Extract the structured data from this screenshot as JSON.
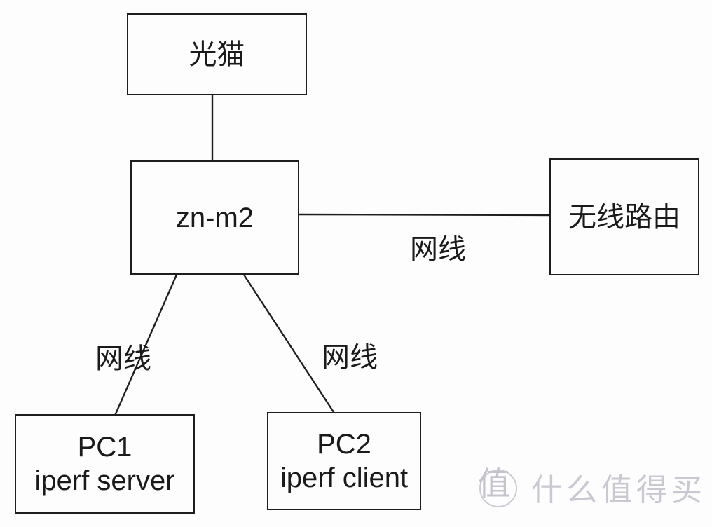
{
  "diagram": {
    "title": "home-network-iperf-topology",
    "nodes": {
      "modem": {
        "label": "光猫"
      },
      "switch": {
        "label": "zn-m2"
      },
      "router": {
        "label": "无线路由"
      },
      "pc1": {
        "label_line1": "PC1",
        "label_line2": "iperf server"
      },
      "pc2": {
        "label_line1": "PC2",
        "label_line2": "iperf client"
      }
    },
    "edges": [
      {
        "from": "modem",
        "to": "switch",
        "label": ""
      },
      {
        "from": "switch",
        "to": "router",
        "label": "网线"
      },
      {
        "from": "switch",
        "to": "pc1",
        "label": "网线"
      },
      {
        "from": "switch",
        "to": "pc2",
        "label": "网线"
      }
    ],
    "edge_labels": {
      "wan": "网线",
      "pc1": "网线",
      "pc2": "网线"
    },
    "colors": {
      "background": "#fdfdfe",
      "stroke": "#1e1e1e",
      "text": "#1a1a1a"
    }
  },
  "watermark": {
    "logo_char": "值",
    "text": "什么值得买",
    "color": "#b8b8c3"
  }
}
